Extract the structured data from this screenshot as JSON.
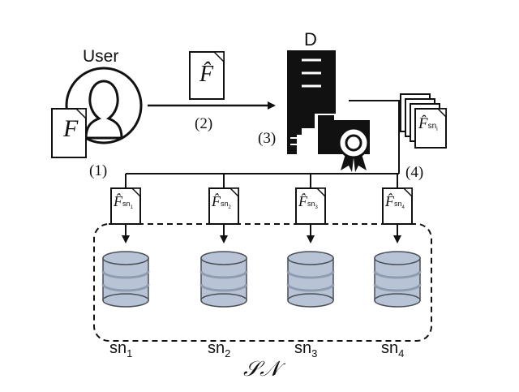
{
  "user": {
    "label": "User",
    "step": "(1)",
    "file_symbol": "F"
  },
  "transfer": {
    "file_symbol": "F̂",
    "step": "(2)"
  },
  "dealer": {
    "label": "D",
    "step": "(3)"
  },
  "distribution": {
    "step": "(4)",
    "stack_symbol": "F̂",
    "stack_subscript": "sn",
    "stack_subscript_index": "i"
  },
  "shares": [
    {
      "file_symbol": "F̂",
      "subscript": "sn",
      "subscript_index": "1"
    },
    {
      "file_symbol": "F̂",
      "subscript": "sn",
      "subscript_index": "2"
    },
    {
      "file_symbol": "F̂",
      "subscript": "sn",
      "subscript_index": "3"
    },
    {
      "file_symbol": "F̂",
      "subscript": "sn",
      "subscript_index": "4"
    }
  ],
  "storage_nodes": [
    {
      "label": "sn",
      "index": "1"
    },
    {
      "label": "sn",
      "index": "2"
    },
    {
      "label": "sn",
      "index": "3"
    },
    {
      "label": "sn",
      "index": "4"
    }
  ],
  "network": {
    "label": "𝒮𝒩"
  },
  "colors": {
    "line": "#111111",
    "db_fill": "#b8c4d6",
    "db_stroke": "#4a4f57",
    "db_band": "#8f9bb0"
  }
}
